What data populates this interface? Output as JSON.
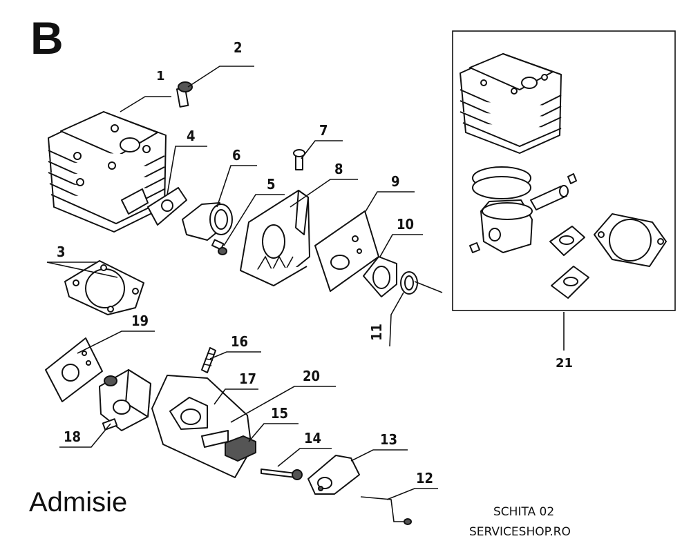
{
  "header": {
    "section_letter": "B"
  },
  "footer": {
    "section_title": "Admisie",
    "sheet_code": "SCHITA 02",
    "website": "SERVICESHOP.RO"
  },
  "parts": {
    "p1": "1",
    "p2": "2",
    "p3": "3",
    "p4": "4",
    "p5": "5",
    "p6": "6",
    "p7": "7",
    "p8": "8",
    "p9": "9",
    "p10": "10",
    "p11": "11",
    "p12": "12",
    "p13": "13",
    "p14": "14",
    "p15": "15",
    "p16": "16",
    "p17": "17",
    "p18": "18",
    "p19": "19",
    "p20": "20",
    "p21": "21"
  }
}
